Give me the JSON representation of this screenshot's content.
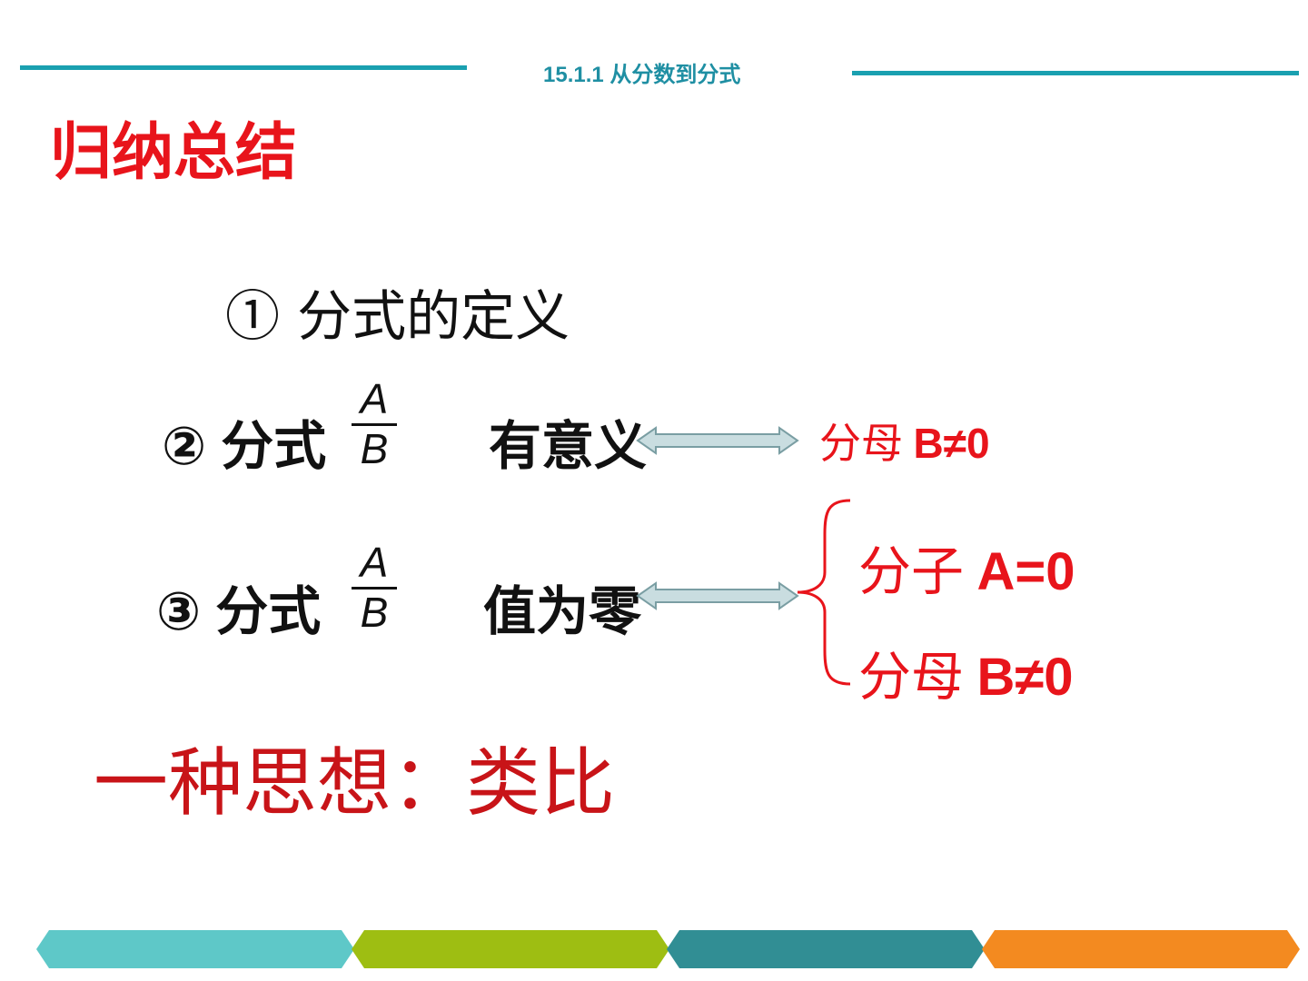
{
  "header": {
    "title": "15.1.1 从分数到分式"
  },
  "section_title": "归纳总结",
  "items": {
    "item1": {
      "label": "① 分式的定义"
    },
    "item2": {
      "prefix": "② 分式",
      "numerator": "A",
      "denominator": "B",
      "condition": "有意义"
    },
    "item3": {
      "prefix": "③ 分式",
      "numerator": "A",
      "denominator": "B",
      "condition": "值为零"
    }
  },
  "results": {
    "r2": {
      "text": "分母",
      "expr": "B≠0"
    },
    "r3a": {
      "text": "分子",
      "expr": "A=0"
    },
    "r3b": {
      "text": "分母",
      "expr": "B≠0"
    }
  },
  "idea": "一种思想：类比",
  "colors": {
    "header": "#1f8fa3",
    "title_red": "#e8141b",
    "idea_red": "#c81418",
    "band1": "#5ec8c8",
    "band2": "#9ebe12",
    "band3": "#318e94",
    "band4": "#f38a20"
  }
}
